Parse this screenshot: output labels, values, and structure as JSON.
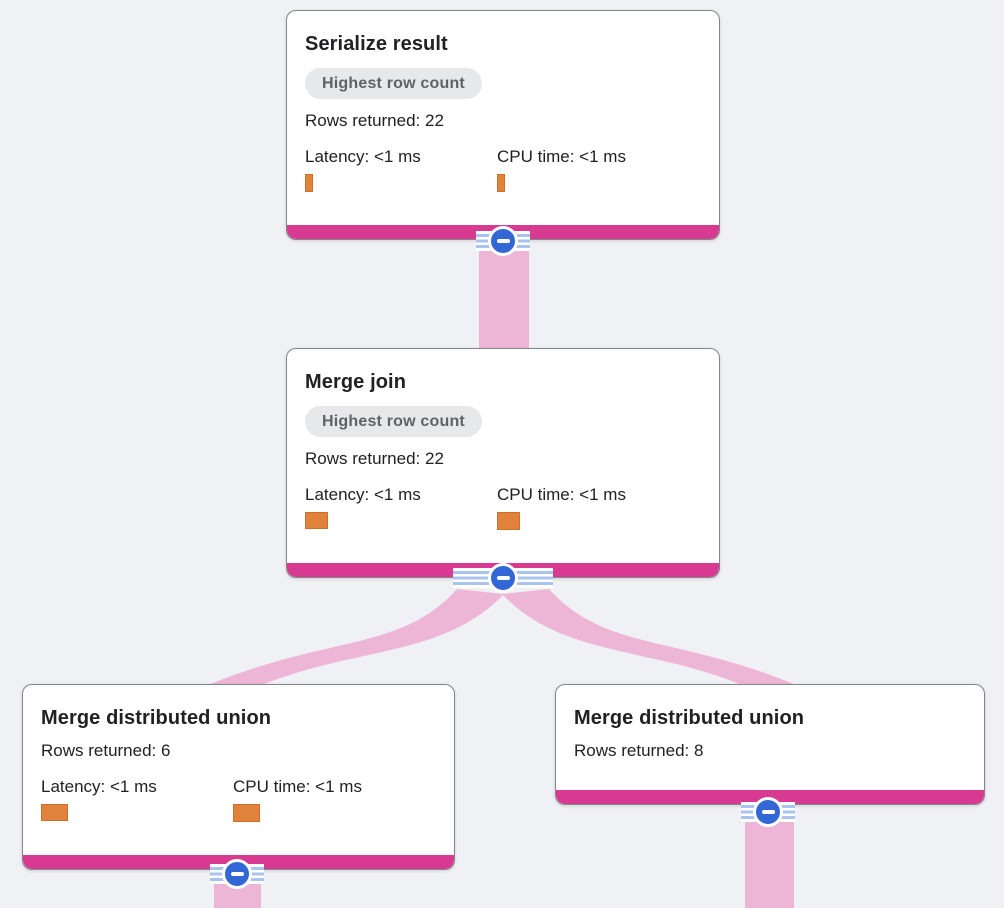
{
  "colors": {
    "background": "#f0f1f4",
    "card_background": "#ffffff",
    "card_border": "#83878c",
    "node_accent_bar": "#d83a92",
    "flow_ribbon": "#eeb6d6",
    "collapse_button_blue": "#3367d6",
    "band_stripe_blue": "#a9c3ef",
    "metric_bar_orange": "#e0823c",
    "badge_background": "#e7e8ea",
    "badge_text": "#5f6368",
    "text": "#202124"
  },
  "icons": {
    "collapse_button": "minus-icon"
  },
  "nodes": [
    {
      "title": "Serialize result",
      "badge": "Highest row count",
      "rows": "Rows returned: 22",
      "latency": "Latency: <1 ms",
      "cpu": "CPU time: <1 ms",
      "latency_bar_style": "width:8px;height:18px",
      "cpu_bar_style": "width:8px;height:18px"
    },
    {
      "title": "Merge join",
      "badge": "Highest row count",
      "rows": "Rows returned: 22",
      "latency": "Latency: <1 ms",
      "cpu": "CPU time: <1 ms",
      "latency_bar_style": "width:23px;height:17px",
      "cpu_bar_style": "width:23px;height:18px"
    },
    {
      "title": "Merge distributed union",
      "rows": "Rows returned: 6",
      "latency": "Latency: <1 ms",
      "cpu": "CPU time: <1 ms",
      "latency_bar_style": "width:27px;height:17px",
      "cpu_bar_style": "width:27px;height:18px"
    },
    {
      "title": "Merge distributed union",
      "rows": "Rows returned: 8"
    }
  ],
  "edges": [
    {
      "from": "Serialize result",
      "to": "Merge join"
    },
    {
      "from": "Merge join",
      "to": "Merge distributed union (left)"
    },
    {
      "from": "Merge join",
      "to": "Merge distributed union (right)"
    },
    {
      "from": "Merge distributed union (left)",
      "to": "child below (cut off)"
    },
    {
      "from": "Merge distributed union (right)",
      "to": "child below (cut off)"
    }
  ]
}
